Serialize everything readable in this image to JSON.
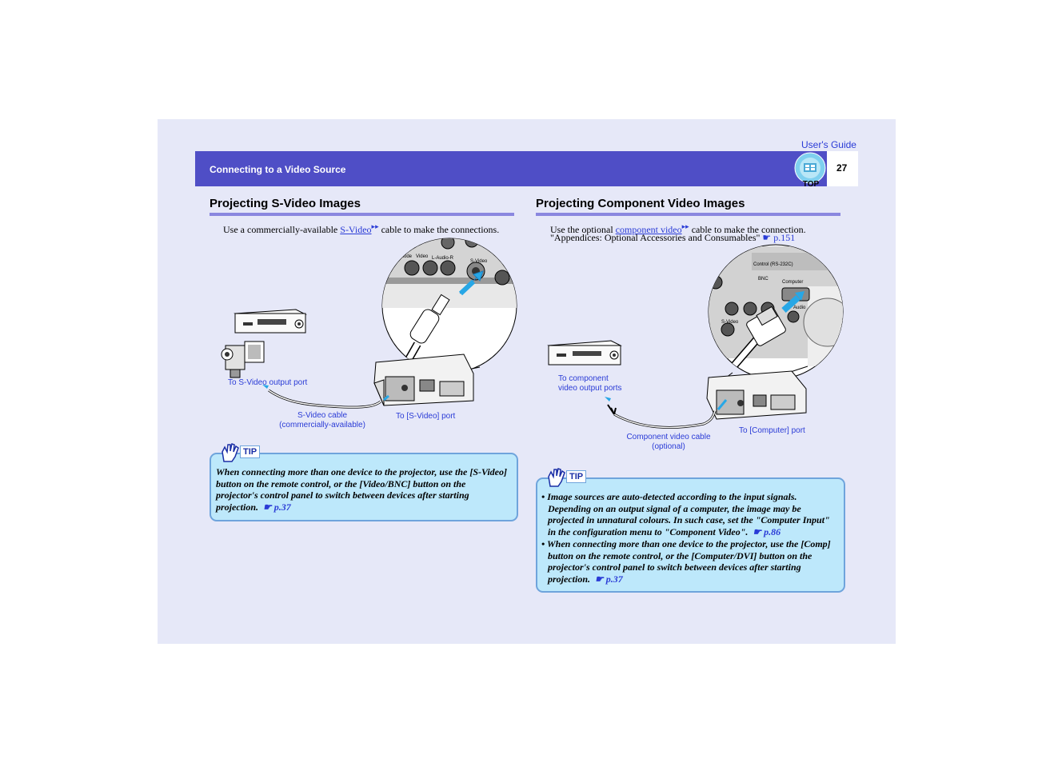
{
  "header": {
    "guide": "User's Guide",
    "title": "Connecting to a Video Source",
    "page_number": "27",
    "top_button": "TOP"
  },
  "left": {
    "heading": "Projecting S-Video Images",
    "intro_before": "Use a commercially-available ",
    "intro_link": "S-Video",
    "intro_after": " cable to make the connections.",
    "callouts": {
      "output_port": "To S-Video output port",
      "cable_line1": "S-Video cable",
      "cable_line2": "(commercially-available)",
      "port": "To [S-Video] port",
      "jack_labels": [
        "Video",
        "L-Audio-R",
        "S-Video",
        "Mode"
      ]
    },
    "tip": {
      "label": "TIP",
      "text": "When connecting more than one device to the projector, use the [S-Video] button on the remote control, or the [Video/BNC] button on the projector's control panel to switch between devices after starting projection.",
      "ref": "p.37"
    }
  },
  "right": {
    "heading": "Projecting Component Video Images",
    "intro_before": "Use the optional ",
    "intro_link": "component video",
    "intro_after": " cable to make the connection.",
    "intro_line2": "\"Appendices: Optional Accessories and Consumables\"",
    "intro_ref": "p.151",
    "callouts": {
      "output_line1": "To component",
      "output_line2": "video output ports",
      "cable_line1": "Component video cable",
      "cable_line2": "(optional)",
      "port": "To [Computer] port",
      "jack_labels": [
        "Control (RS-232C)",
        "BNC",
        "Computer",
        "Audio",
        "S-Video"
      ]
    },
    "tip": {
      "label": "TIP",
      "items": [
        {
          "text": "Image sources are auto-detected according to the input signals. Depending on an output signal of a computer, the image may be projected in unnatural colours. In such case, set the \"Computer Input\" in the configuration menu to \"Component Video\".",
          "ref": "p.86"
        },
        {
          "text": "When connecting more than one device to the projector, use the [Comp] button on the remote control, or the [Computer/DVI] button on the projector's control panel to switch between devices after starting projection.",
          "ref": "p.37"
        }
      ]
    }
  },
  "icons": {
    "arrow": "link-arrow-icon",
    "pointer": "pointing-hand-icon",
    "tip": "hand-tip-icon",
    "colors": {
      "accent": "#4f4ec6",
      "tip_bg": "#bde8fb",
      "link": "#2a3bd6",
      "page_bg": "#e6e8f8"
    }
  }
}
